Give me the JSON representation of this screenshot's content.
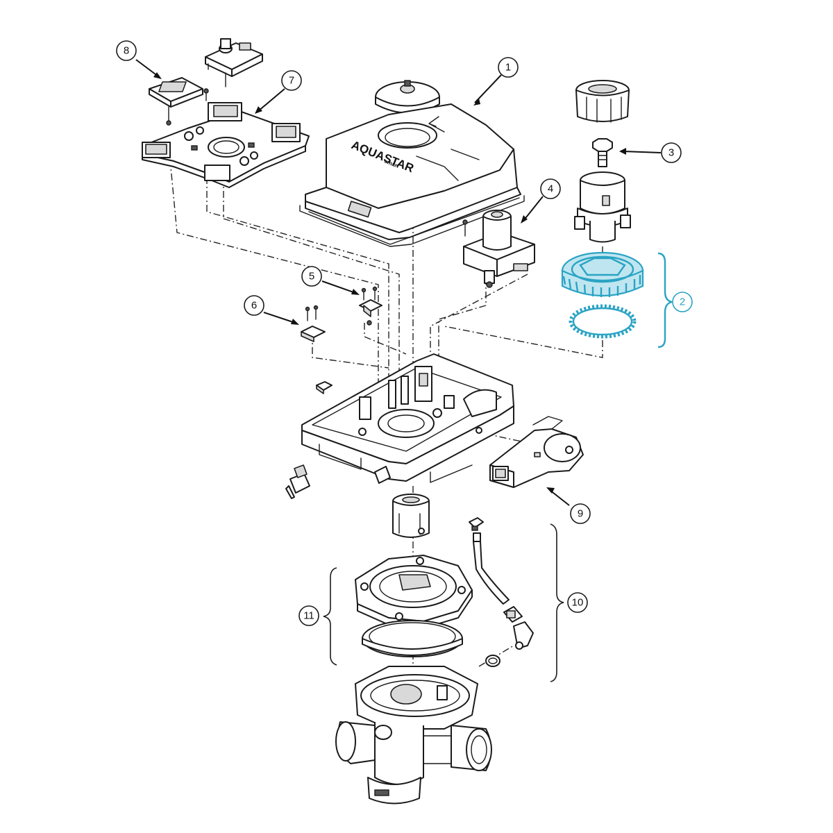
{
  "brand": {
    "name": "AQUASTAR",
    "sub": "smart"
  },
  "colors": {
    "line": "#1a1a1a",
    "highlight": "#2aa3c4",
    "highlight_fill": "#bfe6f0"
  },
  "callouts": [
    {
      "id": "1",
      "label": "1"
    },
    {
      "id": "2",
      "label": "2",
      "highlighted": true
    },
    {
      "id": "3",
      "label": "3"
    },
    {
      "id": "4",
      "label": "4"
    },
    {
      "id": "5",
      "label": "5"
    },
    {
      "id": "6",
      "label": "6"
    },
    {
      "id": "7",
      "label": "7"
    },
    {
      "id": "8",
      "label": "8"
    },
    {
      "id": "9",
      "label": "9"
    },
    {
      "id": "10",
      "label": "10"
    },
    {
      "id": "11",
      "label": "11"
    }
  ]
}
